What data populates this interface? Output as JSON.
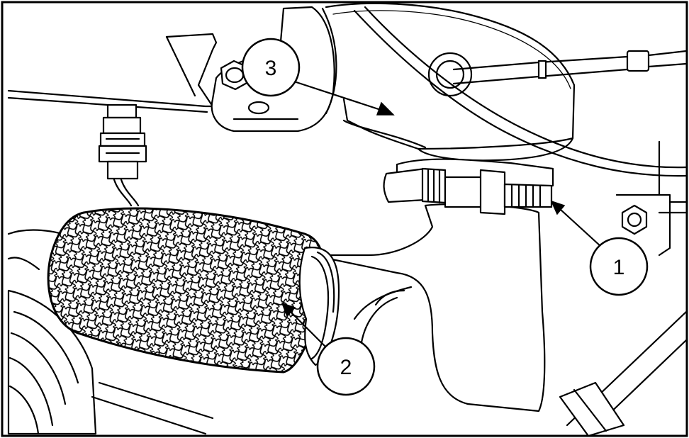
{
  "callouts": [
    {
      "label": "1",
      "part": "sensor"
    },
    {
      "label": "2",
      "part": "flex-pipe"
    },
    {
      "label": "3",
      "part": "bracket"
    }
  ],
  "colors": {
    "line": "#000000",
    "background": "#ffffff"
  }
}
